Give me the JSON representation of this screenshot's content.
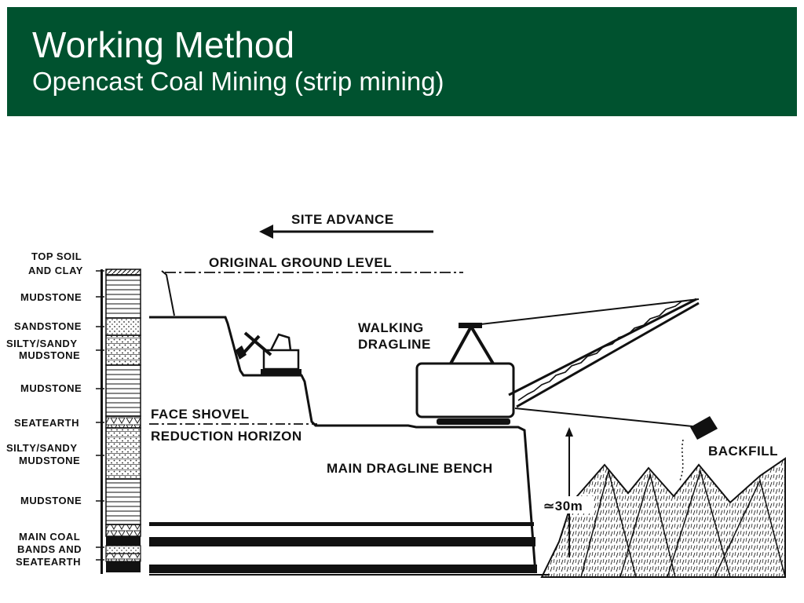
{
  "header": {
    "title": "Working Method",
    "subtitle": "Opencast Coal Mining (strip mining)"
  },
  "diagram": {
    "site_advance": "SITE ADVANCE",
    "original_ground_level": "ORIGINAL GROUND LEVEL",
    "walking_dragline": [
      "WALKING",
      "DRAGLINE"
    ],
    "face_shovel": "FACE SHOVEL",
    "reduction_horizon": "REDUCTION HORIZON",
    "main_dragline_bench": "MAIN DRAGLINE BENCH",
    "backfill": "BACKFILL",
    "depth": "≃30m",
    "strata": {
      "top_soil": [
        "TOP SOIL",
        "AND CLAY"
      ],
      "mudstone_1": "MUDSTONE",
      "sandstone": "SANDSTONE",
      "silty_1": [
        "SILTY/SANDY",
        "MUDSTONE"
      ],
      "mudstone_2": "MUDSTONE",
      "seatearth": "SEATEARTH",
      "silty_2": [
        "SILTY/SANDY",
        "MUDSTONE"
      ],
      "mudstone_3": "MUDSTONE",
      "main_coal": [
        "MAIN COAL",
        "BANDS AND",
        "SEATEARTH"
      ]
    }
  }
}
